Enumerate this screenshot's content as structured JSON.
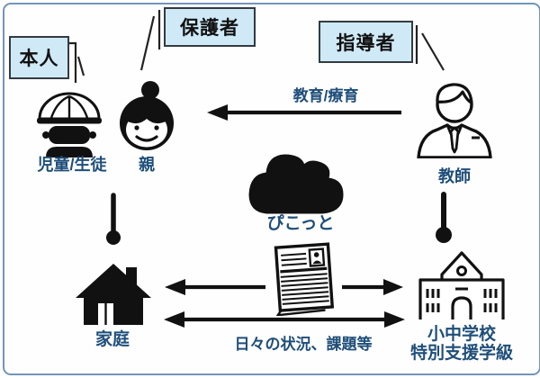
{
  "callouts": {
    "self": {
      "label": "本人"
    },
    "guardian": {
      "label": "保護者"
    },
    "instructor": {
      "label": "指導者"
    }
  },
  "actors": {
    "student": {
      "label": "児童/生徒",
      "icon": "student-cap-icon"
    },
    "parent": {
      "label": "親",
      "icon": "mother-icon"
    },
    "teacher": {
      "label": "教師",
      "icon": "businessman-icon"
    }
  },
  "places": {
    "home": {
      "label": "家庭",
      "icon": "house-icon"
    },
    "school": {
      "label_line1": "小中学校",
      "label_line2": "特別支援学級",
      "icon": "school-icon"
    }
  },
  "service": {
    "cloud": {
      "label": "ぴこっと",
      "icon": "cloud-icon"
    },
    "report": {
      "icon": "report-document-icon"
    }
  },
  "flows": {
    "teacher_to_parent": {
      "label": "教育/療育",
      "direction": "right-to-left"
    },
    "home_school": {
      "label": "日々の状況、課題等",
      "direction": "bidirectional"
    }
  },
  "colors": {
    "label_text": "#1f4e79",
    "callout_fill": "#cfe9f7",
    "callout_border": "#333b41",
    "ink": "#111111",
    "frame_border": "#7295b8"
  }
}
